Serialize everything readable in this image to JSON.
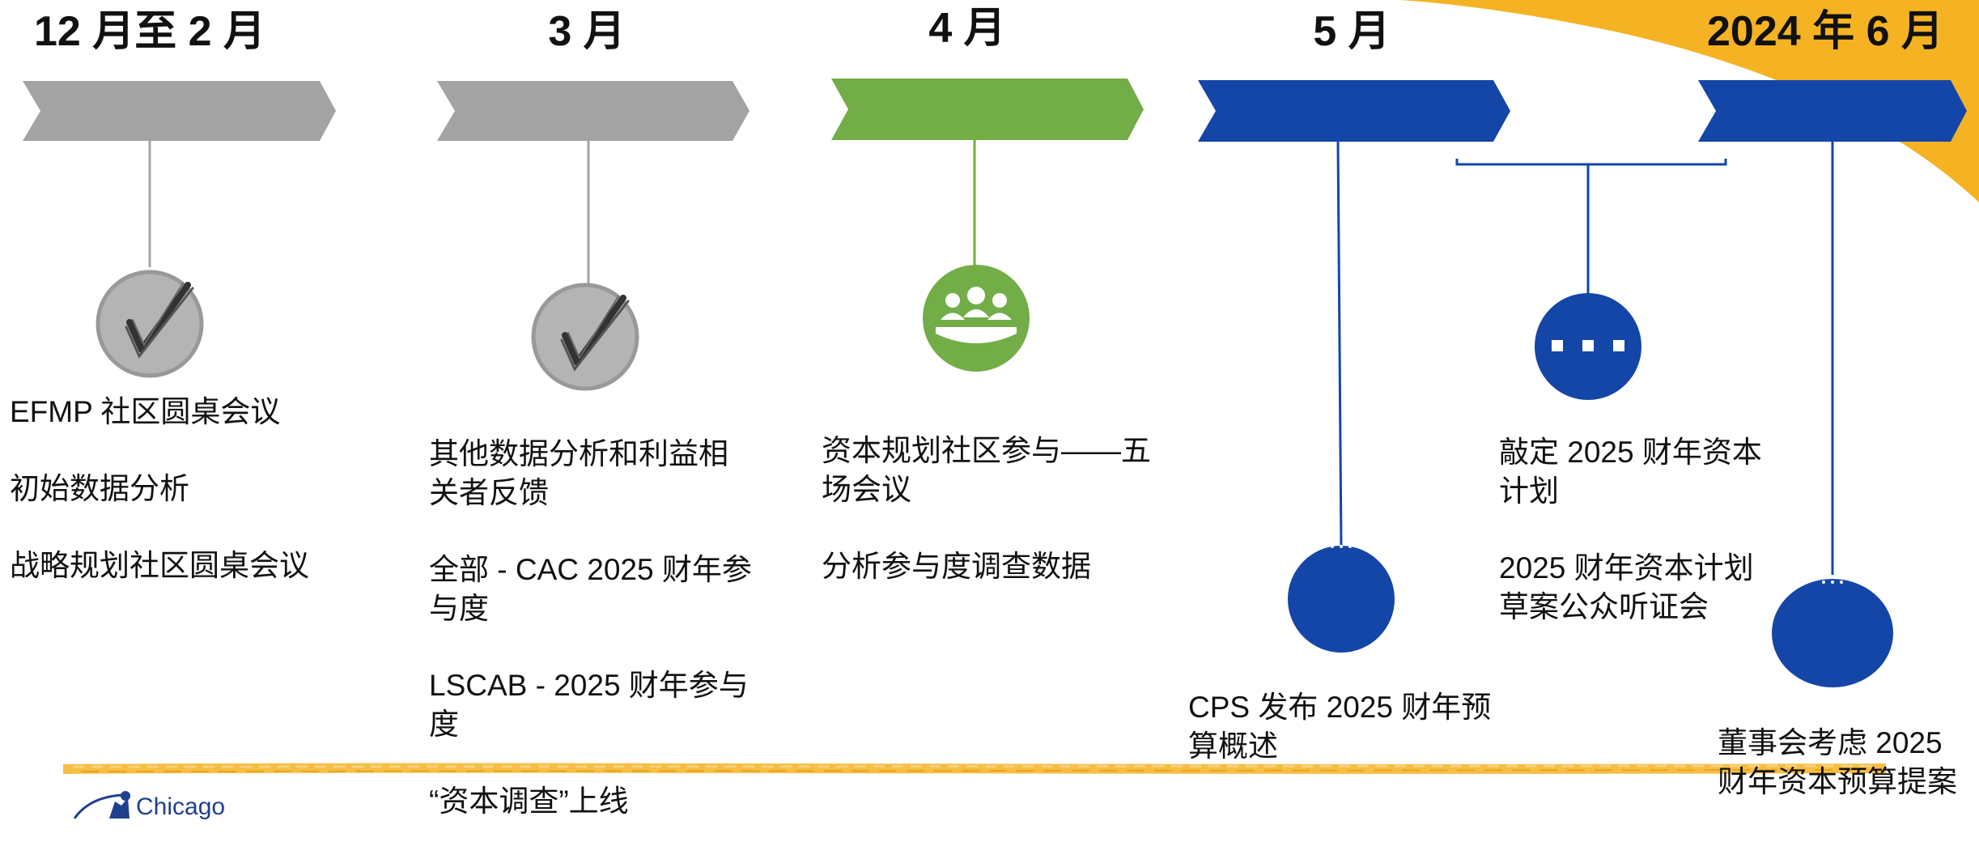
{
  "colors": {
    "gray": "#a3a3a3",
    "green": "#72ad47",
    "blue": "#1446a8",
    "gold": "#f5b323",
    "circle_gray": "#b4b4b4"
  },
  "months": [
    {
      "label": "12 月至 2 月",
      "color": "gray",
      "status": "complete"
    },
    {
      "label": "3 月",
      "color": "gray",
      "status": "complete"
    },
    {
      "label": "4 月",
      "color": "green",
      "status": "in-progress"
    },
    {
      "label": "5 月",
      "color": "blue",
      "status": "upcoming"
    },
    {
      "label": "2024 年 6 月",
      "color": "blue",
      "status": "upcoming"
    }
  ],
  "milestones": [
    {
      "icon": "checkmark-icon",
      "items": [
        "EFMP 社区圆桌会议",
        "初始数据分析",
        "战略规划社区圆桌会议"
      ]
    },
    {
      "icon": "checkmark-icon",
      "items": [
        "其他数据分析和利益相关者反馈",
        "全部 - CAC 2025 财年参与度",
        "LSCAB - 2025 财年参与度",
        "“资本调查”上线"
      ]
    },
    {
      "icon": "meeting-icon",
      "items": [
        "资本规划社区参与——五场会议",
        "分析参与度调查数据"
      ]
    },
    {
      "icon": "blank-circle-icon",
      "items": [
        "CPS 发布 2025 财年预算概述"
      ]
    },
    {
      "icon": "ellipsis-icon",
      "items": [
        "敲定 2025 财年资本计划",
        "2025 财年资本计划草案公众听证会"
      ]
    },
    {
      "icon": "blank-circle-icon",
      "items": [
        "董事会考虑 2025 财年资本预算提案"
      ]
    }
  ],
  "logo": {
    "text": "Chicago"
  }
}
